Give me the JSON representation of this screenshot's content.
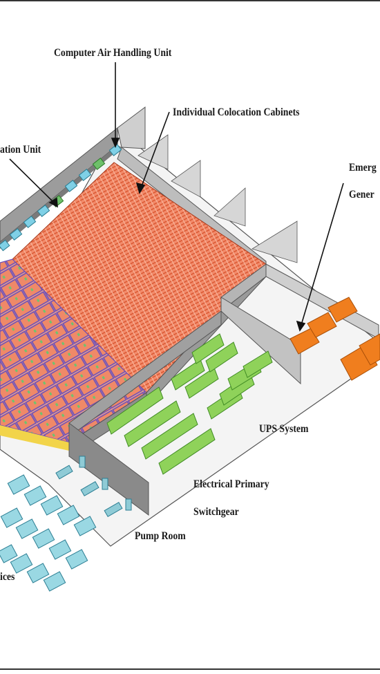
{
  "labels": {
    "computer_air_handling_unit": "Computer Air Handling Unit",
    "individual_colocation_cabinets": "Individual Colocation Cabinets",
    "air_distribution_unit": "ation Unit",
    "emergency_generator_line1": "Emerg",
    "emergency_generator_line2": "Gener",
    "ups_system": "UPS System",
    "electrical_primary_line1": "Electrical Primary",
    "electrical_primary_line2": "Switchgear",
    "pump_room": "Pump Room",
    "cooling_devices": "ices"
  },
  "colors": {
    "cabinet_orange": "#f0866a",
    "cabinet_stripe": "#d9502c",
    "rack_purple": "#6b4fb8",
    "ups_green": "#8fd25a",
    "generator_orange": "#f07e1e",
    "cooling_cyan": "#8fd3dd",
    "wall_gray": "#a9a9a9",
    "floor": "#f3f3f3"
  }
}
